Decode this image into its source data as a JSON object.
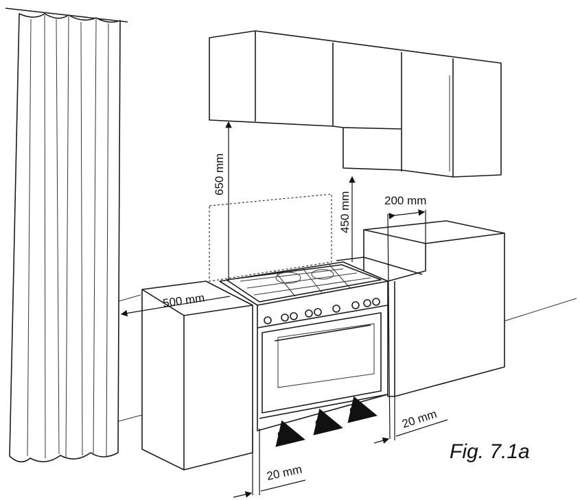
{
  "figure": {
    "caption": "Fig. 7.1a",
    "dimensions": {
      "wall_cabinet_clearance": "650 mm",
      "side_cabinet_clearance": "450 mm",
      "side_offset": "200 mm",
      "curtain_distance": "500 mm",
      "left_gap": "20 mm",
      "right_gap": "20 mm"
    }
  }
}
